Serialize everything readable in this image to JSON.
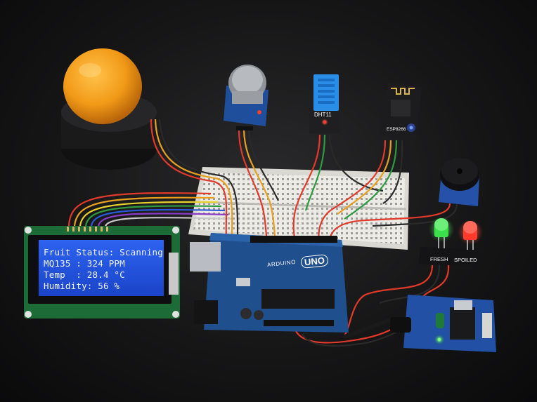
{
  "lcd": {
    "line1": "Fruit Status: Scanning...",
    "line2": "MQ135 : 324 PPM",
    "line3": "Temp  : 28.4 °C",
    "line4": "Humidity: 56 %"
  },
  "labels": {
    "dht": "DHT11",
    "esp": "ESP8266",
    "uno": "UNO",
    "arduino": "ARDUINO",
    "fresh": "FRESH",
    "spoiled": "SPOILED"
  },
  "colors": {
    "lcd_screen": "#1f4fd6",
    "lcd_board": "#1d6b36",
    "arduino_board": "#1f4f8c",
    "fruit": "#f2a21c",
    "dht_body": "#2a8ee8",
    "fresh_led": "#3be04a",
    "spoiled_led": "#ff3a2a"
  }
}
